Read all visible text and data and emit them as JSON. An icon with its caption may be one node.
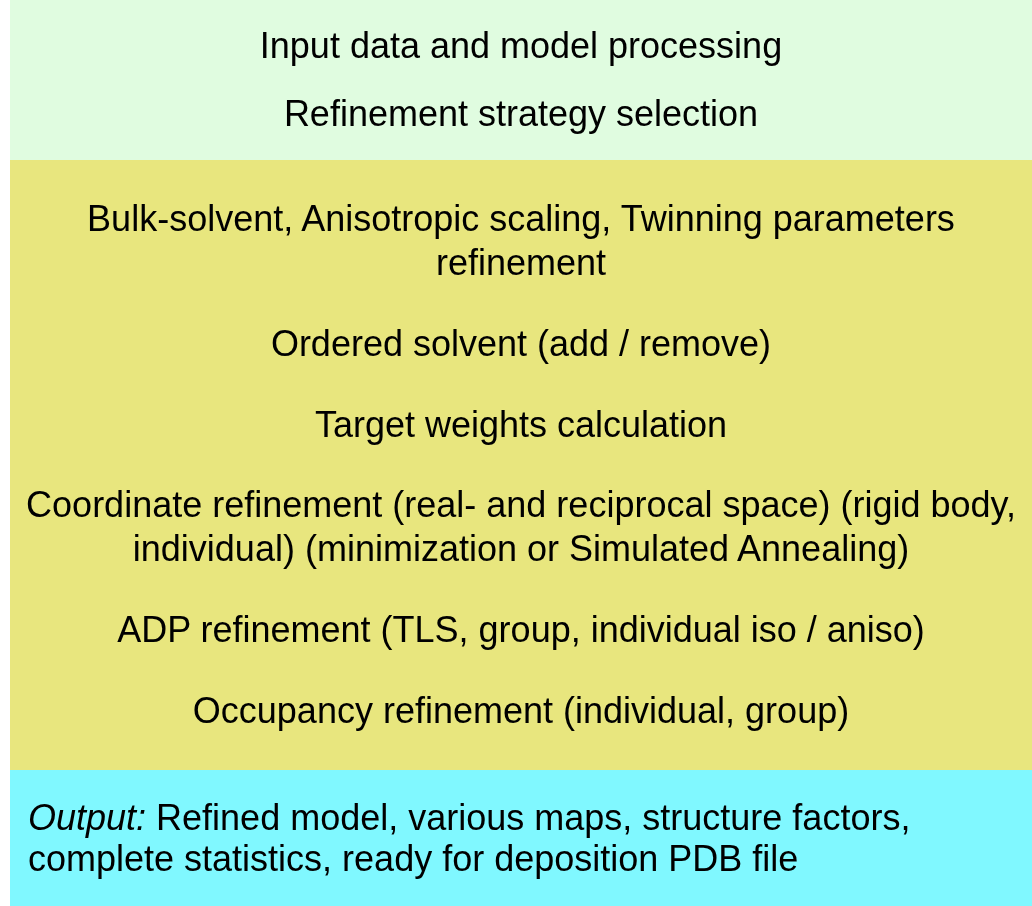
{
  "diagram": {
    "nodes": [
      {
        "text": [
          "Input data and model processing",
          "Refinement strategy selection"
        ]
      },
      {
        "text": [
          "Bulk-solvent, Anisotropic scaling, Twinning parameters refinement",
          "Ordered solvent (add / remove)",
          "Target weights calculation",
          "Coordinate refinement (real- and reciprocal space) (rigid body, individual) (minimization or Simulated Annealing)",
          "ADP refinement (TLS, group, individual iso / aniso)",
          "Occupancy refinement (individual, group)"
        ]
      },
      {
        "text": [
          "*Output:* Refined model, various maps, structure factors, complete statistics, ready for deposition PDB file"
        ]
      }
    ]
  }
}
